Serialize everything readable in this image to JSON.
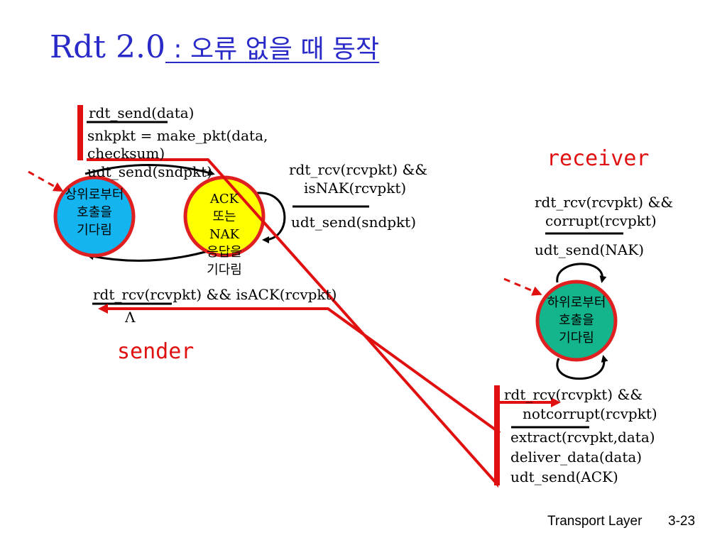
{
  "title": {
    "main": "Rdt 2.0",
    "sub": " : 오류 없을 때 동작"
  },
  "sender": {
    "role_label": "sender",
    "state_wait_call": [
      "상위로부터",
      "호출을",
      "기다림"
    ],
    "state_wait_ack": [
      "ACK",
      "또는",
      "NAK",
      "응답을",
      "기다림"
    ],
    "trans_send": {
      "event": "rdt_send(data)",
      "actions": [
        "snkpkt = make_pkt(data,",
        "checksum)",
        "udt_send(sndpkt)"
      ]
    },
    "trans_nak": {
      "event": [
        "rdt_rcv(rcvpkt) &&",
        "isNAK(rcvpkt)"
      ],
      "action": "udt_send(sndpkt)"
    },
    "trans_ack": {
      "event": "rdt_rcv(rcvpkt) && isACK(rcvpkt)",
      "action": "Λ"
    }
  },
  "receiver": {
    "role_label": "receiver",
    "state_wait": [
      "하위로부터",
      "호출을",
      "기다림"
    ],
    "trans_corrupt": {
      "event": [
        "rdt_rcv(rcvpkt) &&",
        "corrupt(rcvpkt)"
      ],
      "action": "udt_send(NAK)"
    },
    "trans_notcorrupt": {
      "event": [
        "rdt_rcv(rcvpkt) &&",
        "notcorrupt(rcvpkt)"
      ],
      "actions": [
        "extract(rcvpkt,data)",
        "deliver_data(data)",
        "udt_send(ACK)"
      ]
    }
  },
  "footer": {
    "label": "Transport Layer",
    "page": "3-23"
  },
  "colors": {
    "title": "#2a2ac8",
    "highlight": "#e01010",
    "sender_wait_call": "#14b4f0",
    "sender_wait_ack": "#ffff00",
    "receiver_wait": "#14b48c",
    "state_border": "#e02020"
  }
}
